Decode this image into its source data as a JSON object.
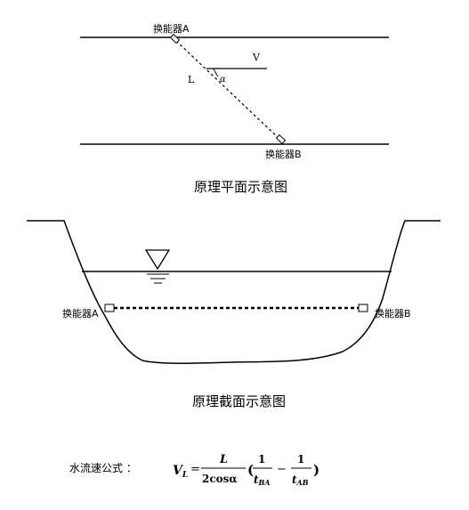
{
  "plan_view": {
    "transducer_a": "换能器A",
    "transducer_b": "换能器B",
    "velocity_label": "V",
    "path_label": "L",
    "angle_label": "α",
    "caption": "原理平面示意图"
  },
  "section_view": {
    "transducer_a": "换能器A",
    "transducer_b": "换能器B",
    "caption": "原理截面示意图"
  },
  "formula": {
    "label": "水流速公式 ：",
    "lhs": "V",
    "lhs_sub": "L",
    "equals": "=",
    "numerator": "L",
    "denominator": "2cosα",
    "open": "(",
    "close": ")",
    "one_a": "1",
    "t_ba": "t",
    "t_ba_sub": "BA",
    "minus": "−",
    "one_b": "1",
    "t_ab": "t",
    "t_ab_sub": "AB"
  }
}
